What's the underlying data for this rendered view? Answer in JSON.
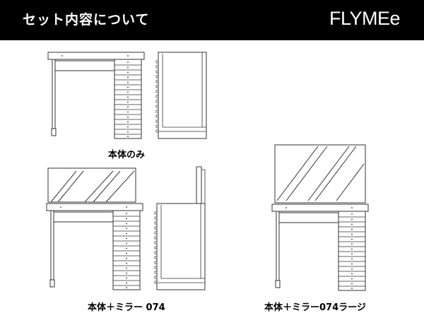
{
  "header": {
    "title": "セット内容について",
    "brand": "FLYMEe"
  },
  "sets": [
    {
      "caption": "本体のみ"
    },
    {
      "caption": "本体＋ミラー 074"
    },
    {
      "caption": "本体＋ミラー074ラージ"
    }
  ],
  "colors": {
    "header_bg": "#000000",
    "header_text": "#ffffff",
    "line": "#333333"
  }
}
